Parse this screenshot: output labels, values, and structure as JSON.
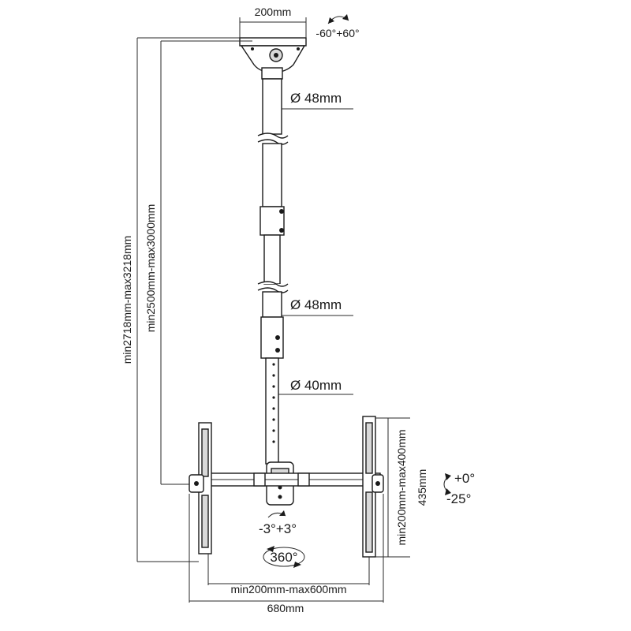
{
  "dimensions": {
    "plate_width": "200mm",
    "tilt_top": "-60°+60°",
    "tube_diameter_top": "Ø 48mm",
    "tube_diameter_mid": "Ø 48mm",
    "tube_diameter_low": "Ø 40mm",
    "overall_height": "min2718mm-max3218mm",
    "pole_height": "min2500mm-max3000mm",
    "bracket_height": "min200mm-max400mm",
    "height_435": "435mm",
    "tilt_tv_plus": "+0°",
    "tilt_tv_minus": "-25°",
    "swivel_small": "-3°+3°",
    "rotation": "360°",
    "vesa_width": "min200mm-max600mm",
    "total_width": "680mm"
  }
}
